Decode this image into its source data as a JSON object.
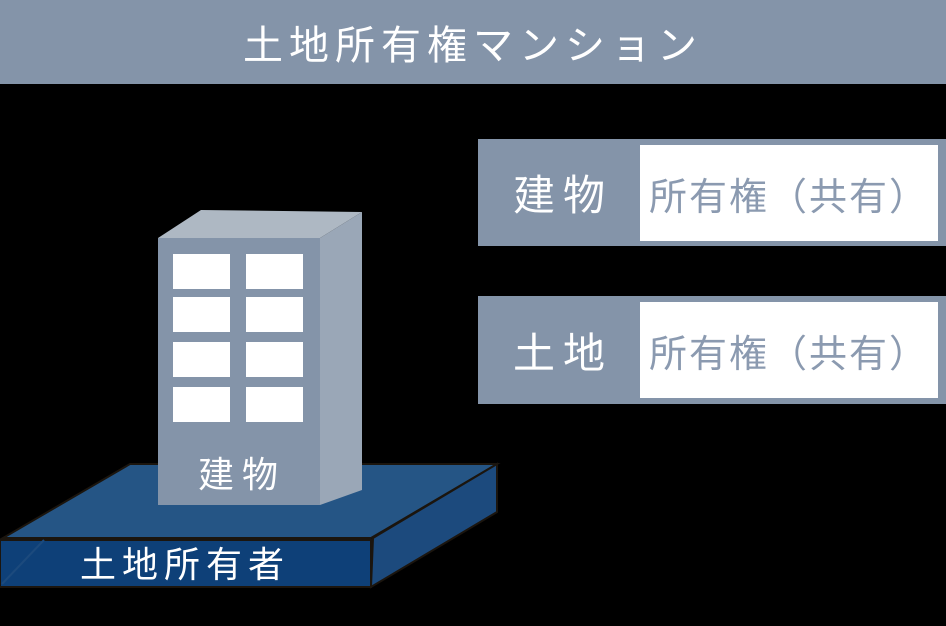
{
  "title": "土地所有権マンション",
  "rows": [
    {
      "label": "建物",
      "value": "所有権（共有）"
    },
    {
      "label": "土地",
      "value": "所有権（共有）"
    }
  ],
  "illustration": {
    "building_label": "建物",
    "land_label": "土地所有者"
  },
  "colors": {
    "background": "#000000",
    "header_bg": "#8494a9",
    "row_bg": "#8494a9",
    "row_label_text": "#ffffff",
    "value_box_bg": "#ffffff",
    "value_text": "#8b9ab0",
    "building_front": "#8494a9",
    "building_side": "#9aa7b7",
    "building_top": "#aeb8c3",
    "window_fill": "#ffffff",
    "land_top": "#255585",
    "land_front": "#0e4078",
    "land_side": "#1c4a7d",
    "outline": "#1b150e",
    "title_text": "#ffffff"
  }
}
